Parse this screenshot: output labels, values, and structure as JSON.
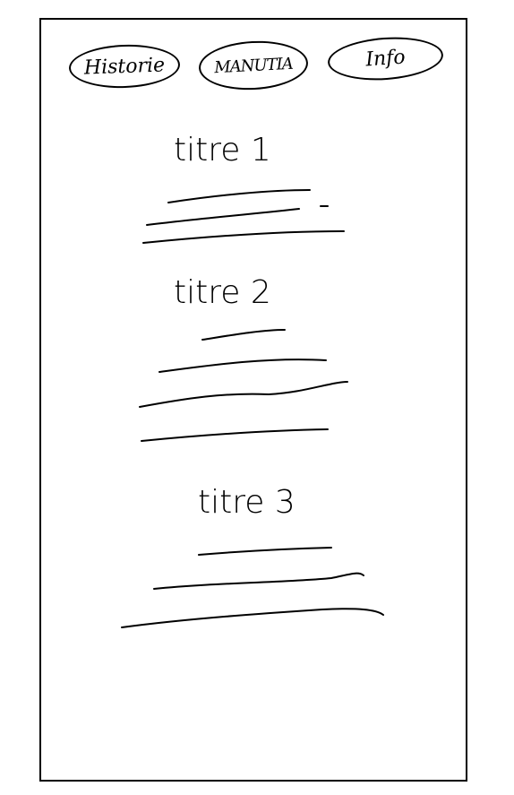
{
  "nav": {
    "items": [
      {
        "label": "Historie"
      },
      {
        "label": "MANUTIA"
      },
      {
        "label": "Info"
      }
    ]
  },
  "sections": [
    {
      "title": "titre 1"
    },
    {
      "title": "titre 2"
    },
    {
      "title": "titre 3"
    }
  ]
}
